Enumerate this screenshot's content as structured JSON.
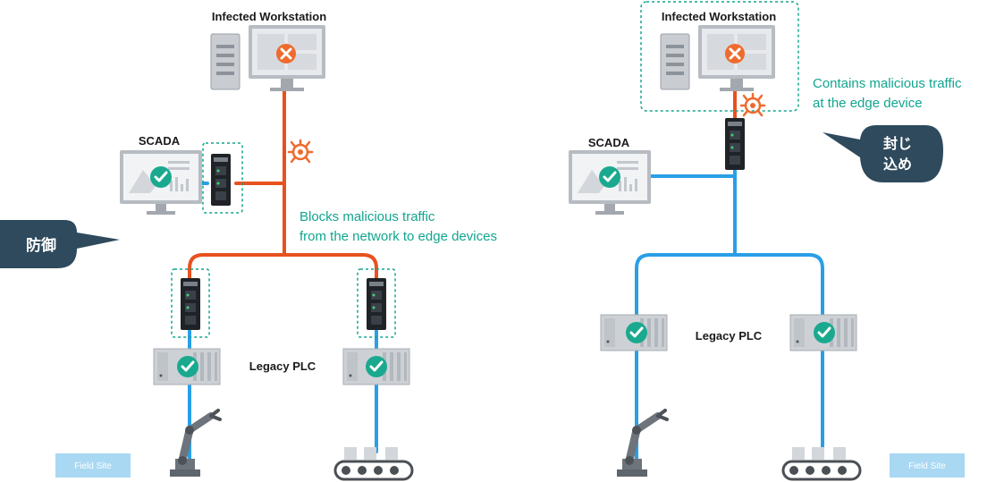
{
  "left_panel": {
    "workstation_label": "Infected Workstation",
    "scada_label": "SCADA",
    "plc_label": "Legacy PLC",
    "annotation_line1": "Blocks malicious traffic",
    "annotation_line2": "from the network to edge devices",
    "callout_text": "防御",
    "field_site_label": "Field Site"
  },
  "right_panel": {
    "workstation_label": "Infected Workstation",
    "scada_label": "SCADA",
    "plc_label": "Legacy PLC",
    "annotation_line1": "Contains malicious traffic",
    "annotation_line2": "at the edge device",
    "callout_line1": "封じ",
    "callout_line2": "込め",
    "field_site_label": "Field Site"
  },
  "colors": {
    "infected_link": "#e8511f",
    "clean_link": "#2a9fe6",
    "teal_text": "#12a58f",
    "ok_badge": "#1aa98f",
    "error_badge": "#ee6b2e",
    "callout_bg": "#2e4a5c",
    "field_site_bg": "#a9d8f2"
  }
}
